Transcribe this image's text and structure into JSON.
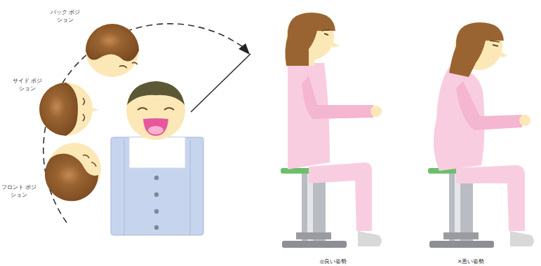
{
  "diagram": {
    "labels": [
      "バック ポジション",
      "サイド ポジション",
      "フロント ポジション",
      "◎良い姿勢",
      "×悪い姿勢"
    ]
  }
}
